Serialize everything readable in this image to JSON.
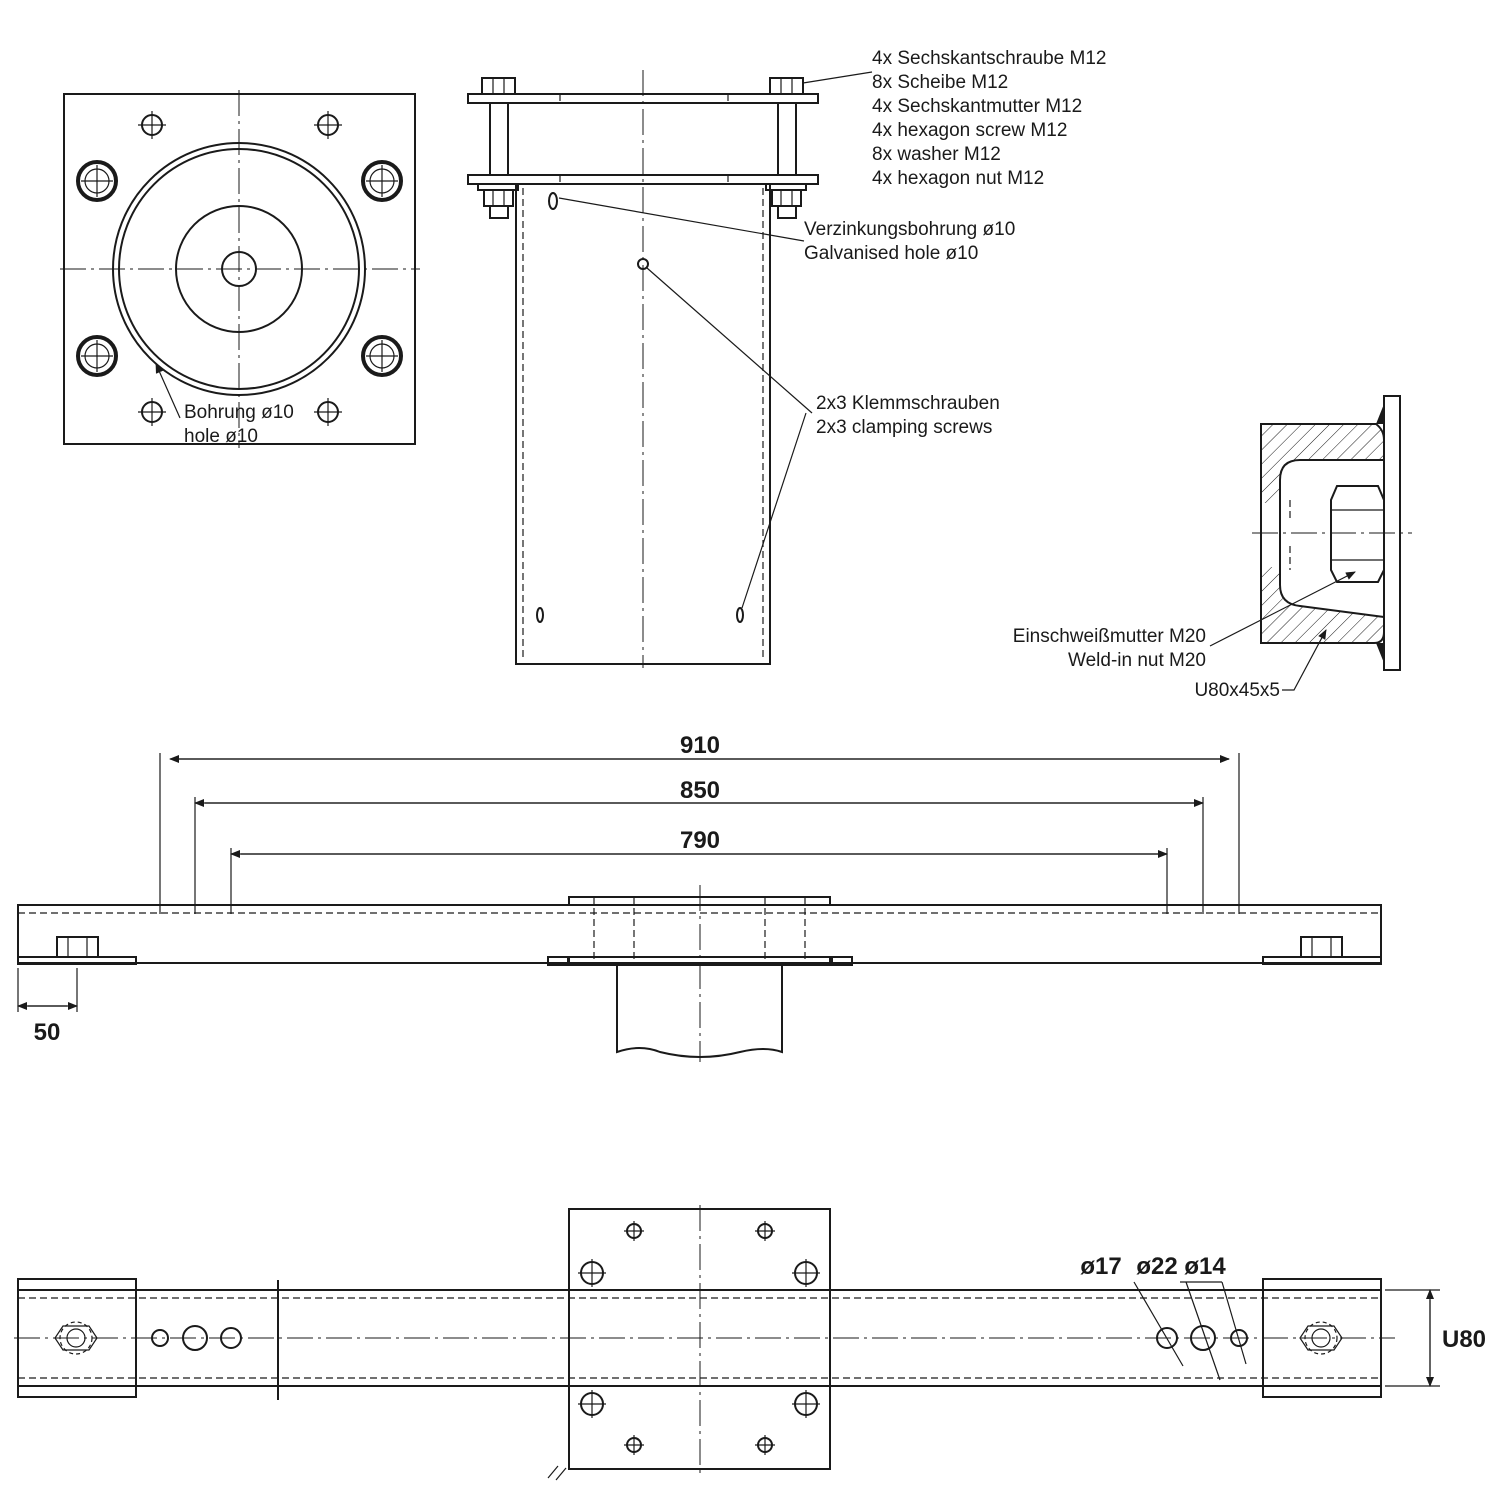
{
  "fasteners": {
    "line1": "4x Sechskantschraube M12",
    "line2": "8x Scheibe M12",
    "line3": "4x Sechskantmutter M12",
    "line4": "4x hexagon screw M12",
    "line5": "8x washer M12",
    "line6": "4x hexagon nut M12"
  },
  "galvanising_hole": {
    "de": "Verzinkungsbohrung ø10",
    "en": "Galvanised hole ø10"
  },
  "clamping_screws": {
    "de": "2x3 Klemmschrauben",
    "en": "2x3 clamping screws"
  },
  "bore": {
    "de": "Bohrung ø10",
    "en": "hole ø10"
  },
  "weld_nut": {
    "de": "Einschweißmutter M20",
    "en": "Weld-in nut M20"
  },
  "channel_profile": "U80x45x5",
  "dimensions": {
    "d910": "910",
    "d850": "850",
    "d790": "790",
    "d50": "50",
    "dia17": "ø17",
    "dia22": "ø22",
    "dia14": "ø14",
    "u80": "U80"
  }
}
